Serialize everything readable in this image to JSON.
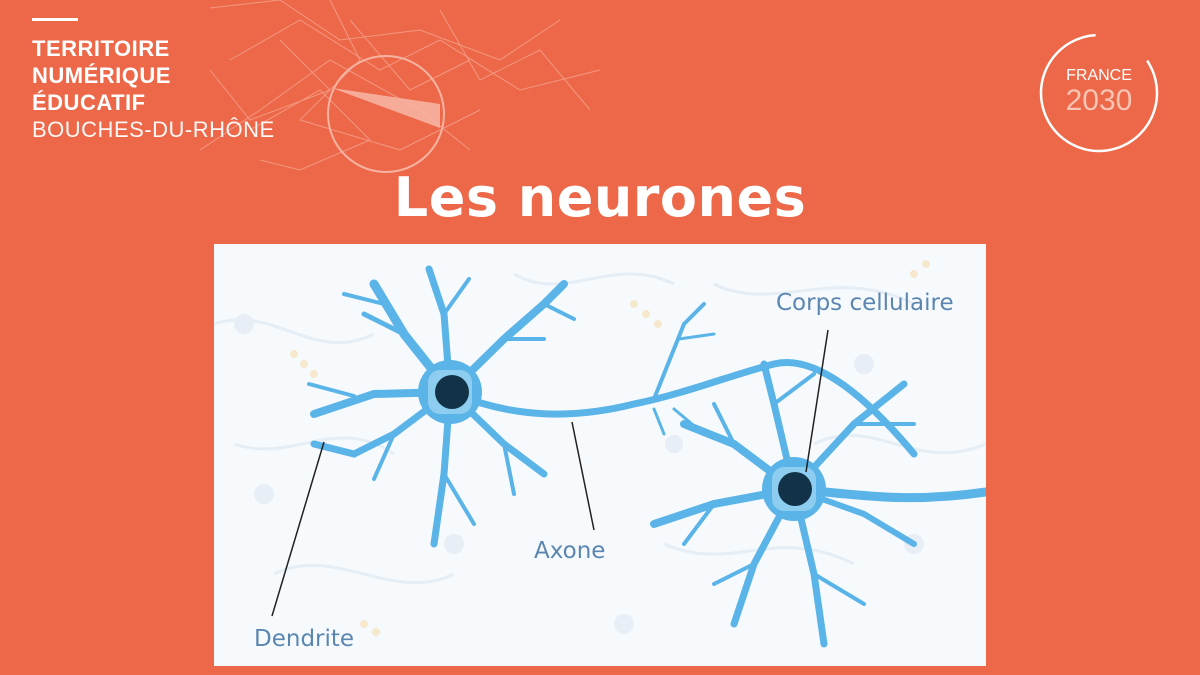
{
  "brand": {
    "lines": [
      "TERRITOIRE",
      "NUMÉRIQUE",
      "ÉDUCATIF",
      "BOUCHES-DU-RHÔNE"
    ]
  },
  "logo": {
    "top_text": "FRANCE",
    "bottom_text": "2030"
  },
  "title": "Les neurones",
  "diagram": {
    "labels": {
      "cell_body": "Corps cellulaire",
      "axon": "Axone",
      "dendrite": "Dendrite"
    }
  },
  "colors": {
    "background": "#ec6849",
    "neuron": "#5bb4e8",
    "nucleus": "#123247",
    "label": "#5b86b0"
  }
}
